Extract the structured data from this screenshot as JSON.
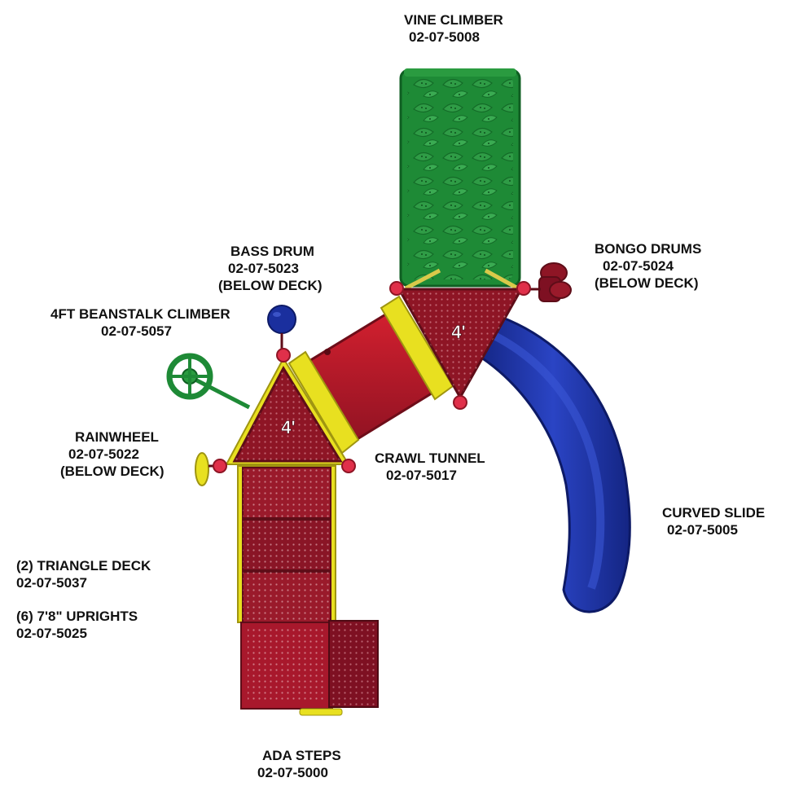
{
  "colors": {
    "green": "#1e8a36",
    "red": "#a8162a",
    "yellow": "#e8e020",
    "blue": "#1a2f9e",
    "deck_red": "#8e1525",
    "connector_pink": "#e0304a"
  },
  "decks": [
    {
      "label": "4'"
    },
    {
      "label": "4'"
    }
  ],
  "labels": {
    "vine_climber": {
      "name": "VINE CLIMBER",
      "code": "02-07-5008"
    },
    "bass_drum": {
      "name": "BASS DRUM",
      "code": "02-07-5023",
      "note": "(BELOW DECK)"
    },
    "bongo_drums": {
      "name": "BONGO DRUMS",
      "code": "02-07-5024",
      "note": "(BELOW DECK)"
    },
    "beanstalk": {
      "name": "4FT BEANSTALK CLIMBER",
      "code": "02-07-5057"
    },
    "rainwheel": {
      "name": "RAINWHEEL",
      "code": "02-07-5022",
      "note": "(BELOW DECK)"
    },
    "crawl_tunnel": {
      "name": "CRAWL TUNNEL",
      "code": "02-07-5017"
    },
    "curved_slide": {
      "name": "CURVED SLIDE",
      "code": "02-07-5005"
    },
    "triangle_deck": {
      "name": "(2) TRIANGLE DECK",
      "code": "02-07-5037"
    },
    "uprights": {
      "name": "(6) 7'8\" UPRIGHTS",
      "code": "02-07-5025"
    },
    "ada_steps": {
      "name": "ADA STEPS",
      "code": "02-07-5000"
    }
  }
}
